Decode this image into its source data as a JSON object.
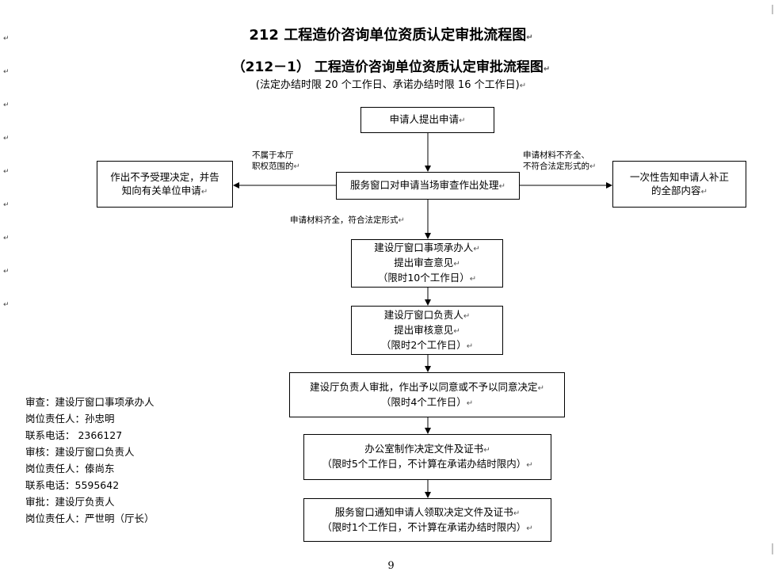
{
  "header": {
    "title": "212   工程造价咨询单位资质认定审批流程图",
    "subtitle_title": "（212－1）   工程造价咨询单位资质认定审批流程图",
    "time_limits": "(法定办结时限 20 个工作日、承诺办结时限 16 个工作日)"
  },
  "flow": {
    "apply": "申请人提出申请",
    "window_review": "服务窗口对申请当场审查作出处理",
    "reject": [
      "作出不予受理决定，并告",
      "知向有关单位申请"
    ],
    "notify_supplement": [
      "一次性告知申请人补正",
      "的全部内容"
    ],
    "label_reject": [
      "不属于本厅",
      "职权范围的"
    ],
    "label_incomplete": [
      "申请材料不齐全、",
      "不符合法定形式的"
    ],
    "label_complete": "申请材料齐全，符合法定形式",
    "step_handler": [
      "建设厅窗口事项承办人",
      "提出审查意见",
      "（限时10个工作日）"
    ],
    "step_window_head": [
      "建设厅窗口负责人",
      "提出审核意见",
      "（限时2个工作日）"
    ],
    "step_dept_head": [
      "建设厅负责人审批，作出予以同意或不予以同意决定",
      "（限时4个工作日）"
    ],
    "step_office": [
      "办公室制作决定文件及证书",
      "（限时5个工作日，不计算在承诺办结时限内）"
    ],
    "step_notify": [
      "服务窗口通知申请人领取决定文件及证书",
      "（限时1个工作日，不计算在承诺办结时限内）"
    ]
  },
  "contacts": [
    "审查：建设厅窗口事项承办人",
    "岗位责任人：孙忠明",
    "联系电话： 2366127",
    "审核：建设厅窗口负责人",
    "岗位责任人：傣尚东",
    "联系电话：5595642",
    "审批：建设厅负责人",
    "岗位责任人：严世明（厅长）"
  ],
  "page_number": "9",
  "paragraph_mark": "↵"
}
